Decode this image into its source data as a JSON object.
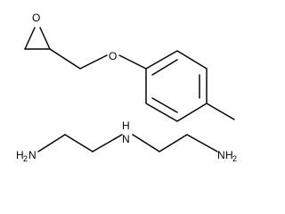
{
  "diagram": {
    "atom_labels": {
      "epoxide_oxygen": "O",
      "ether_oxygen": "O",
      "amine_left_n": "N",
      "amine_left_h": "H",
      "amine_left_sub": "2",
      "amine_center": "N",
      "amine_center_h": "H",
      "amine_right_n": "N",
      "amine_right_h": "H",
      "amine_right_sub": "2"
    }
  }
}
